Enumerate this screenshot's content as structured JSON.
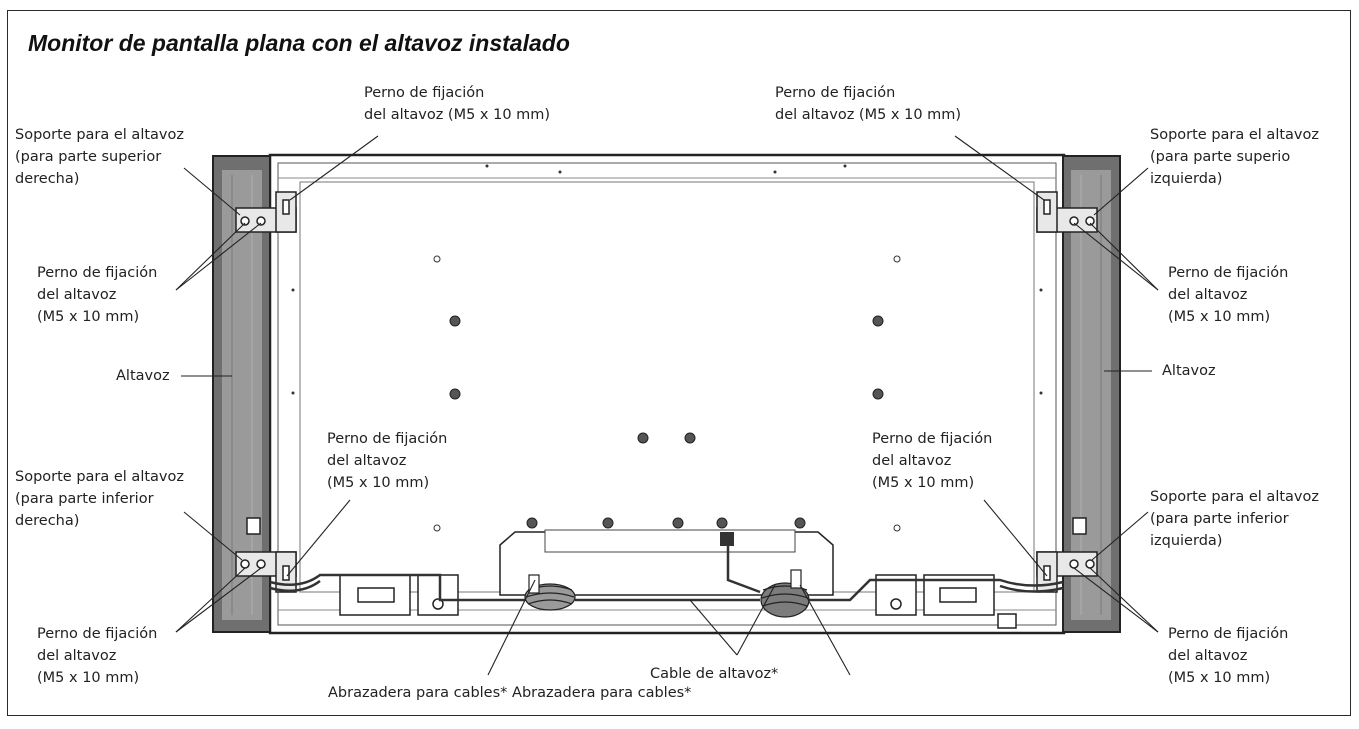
{
  "title": "Monitor de pantalla plana con el altavoz instalado",
  "labels": {
    "bolt_top_left": [
      "Perno de fijación",
      "del altavoz (M5 x 10 mm)"
    ],
    "bolt_top_right": [
      "Perno de fijación",
      "del altavoz (M5 x 10 mm)"
    ],
    "bracket_top_left": [
      "Soporte para el altavoz",
      "(para parte superior",
      "derecha)"
    ],
    "bracket_top_right": [
      "Soporte para el altavoz",
      "(para parte superio",
      "izquierda)"
    ],
    "bolt_side_upper_left": [
      "Perno de fijación",
      "del altavoz",
      "(M5 x 10 mm)"
    ],
    "bolt_side_upper_right": [
      "Perno de fijación",
      "del altavoz",
      "(M5 x 10 mm)"
    ],
    "speaker_left": "Altavoz",
    "speaker_right": "Altavoz",
    "bolt_lower_inner_left": [
      "Perno de fijación",
      "del altavoz",
      "(M5 x 10 mm)"
    ],
    "bolt_lower_inner_right": [
      "Perno de fijación",
      "del altavoz",
      "(M5 x 10 mm)"
    ],
    "bracket_bottom_left": [
      "Soporte para el altavoz",
      "(para parte inferior",
      "derecha)"
    ],
    "bracket_bottom_right": [
      "Soporte para el altavoz",
      "(para parte inferior",
      "izquierda)"
    ],
    "bolt_bottom_left": [
      "Perno de fijación",
      "del altavoz",
      "(M5 x 10 mm)"
    ],
    "bolt_bottom_right": [
      "Perno de fijación",
      "del altavoz",
      "(M5 x 10 mm)"
    ],
    "speaker_cable": "Cable de altavoz*",
    "cable_clamps": "Abrazadera para cables* Abrazadera para cables*"
  }
}
